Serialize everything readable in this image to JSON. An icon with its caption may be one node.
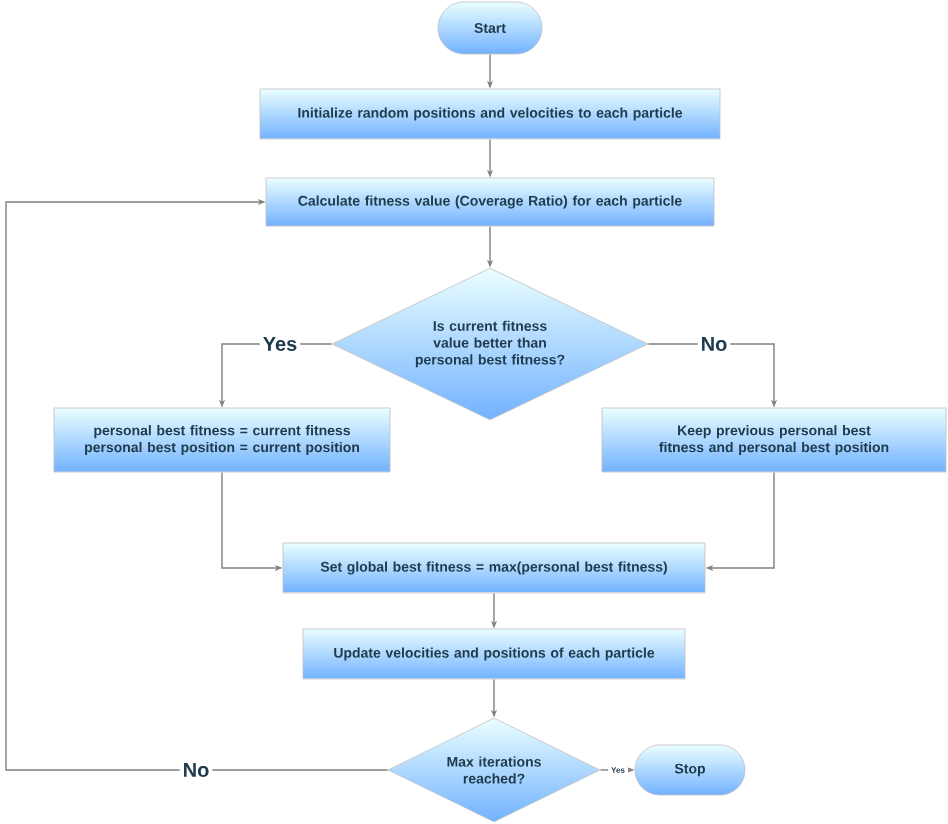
{
  "diagram": {
    "nodes": [
      {
        "text": [
          "Start"
        ]
      },
      {
        "text": [
          "Initialize random positions and velocities to each particle"
        ]
      },
      {
        "text": [
          "Calculate fitness value (Coverage Ratio) for each particle"
        ]
      },
      {
        "text": [
          "Is current fitness value better than personal best fitness?"
        ]
      },
      {
        "text": [
          "personal best fitness = current fitness personal best position = current position"
        ]
      },
      {
        "text": [
          "Keep previous personal best fitness and personal best position"
        ]
      },
      {
        "text": [
          "Set global best fitness = max(personal best fitness)"
        ]
      },
      {
        "text": [
          "Update velocities and positions of each particle"
        ]
      },
      {
        "text": [
          "Max iterations reached?"
        ]
      },
      {
        "text": [
          "Stop"
        ]
      }
    ],
    "edges": [
      {
        "from": 0,
        "to": 1,
        "arrow": "to"
      },
      {
        "from": 1,
        "to": 2,
        "arrow": "to"
      },
      {
        "from": 2,
        "to": 3,
        "arrow": "to"
      },
      {
        "from": 3,
        "to": 4,
        "arrow": "to",
        "label": "Yes"
      },
      {
        "from": 3,
        "to": 5,
        "arrow": "to",
        "label": "No"
      },
      {
        "from": 4,
        "to": 6,
        "arrow": "to"
      },
      {
        "from": 5,
        "to": 6,
        "arrow": "to"
      },
      {
        "from": 6,
        "to": 7,
        "arrow": "to"
      },
      {
        "from": 7,
        "to": 8,
        "arrow": "to"
      },
      {
        "from": 8,
        "to": 9,
        "arrow": "to",
        "label": "Yes"
      },
      {
        "from": 8,
        "to": 2,
        "arrow": "to",
        "label": "No"
      }
    ]
  }
}
